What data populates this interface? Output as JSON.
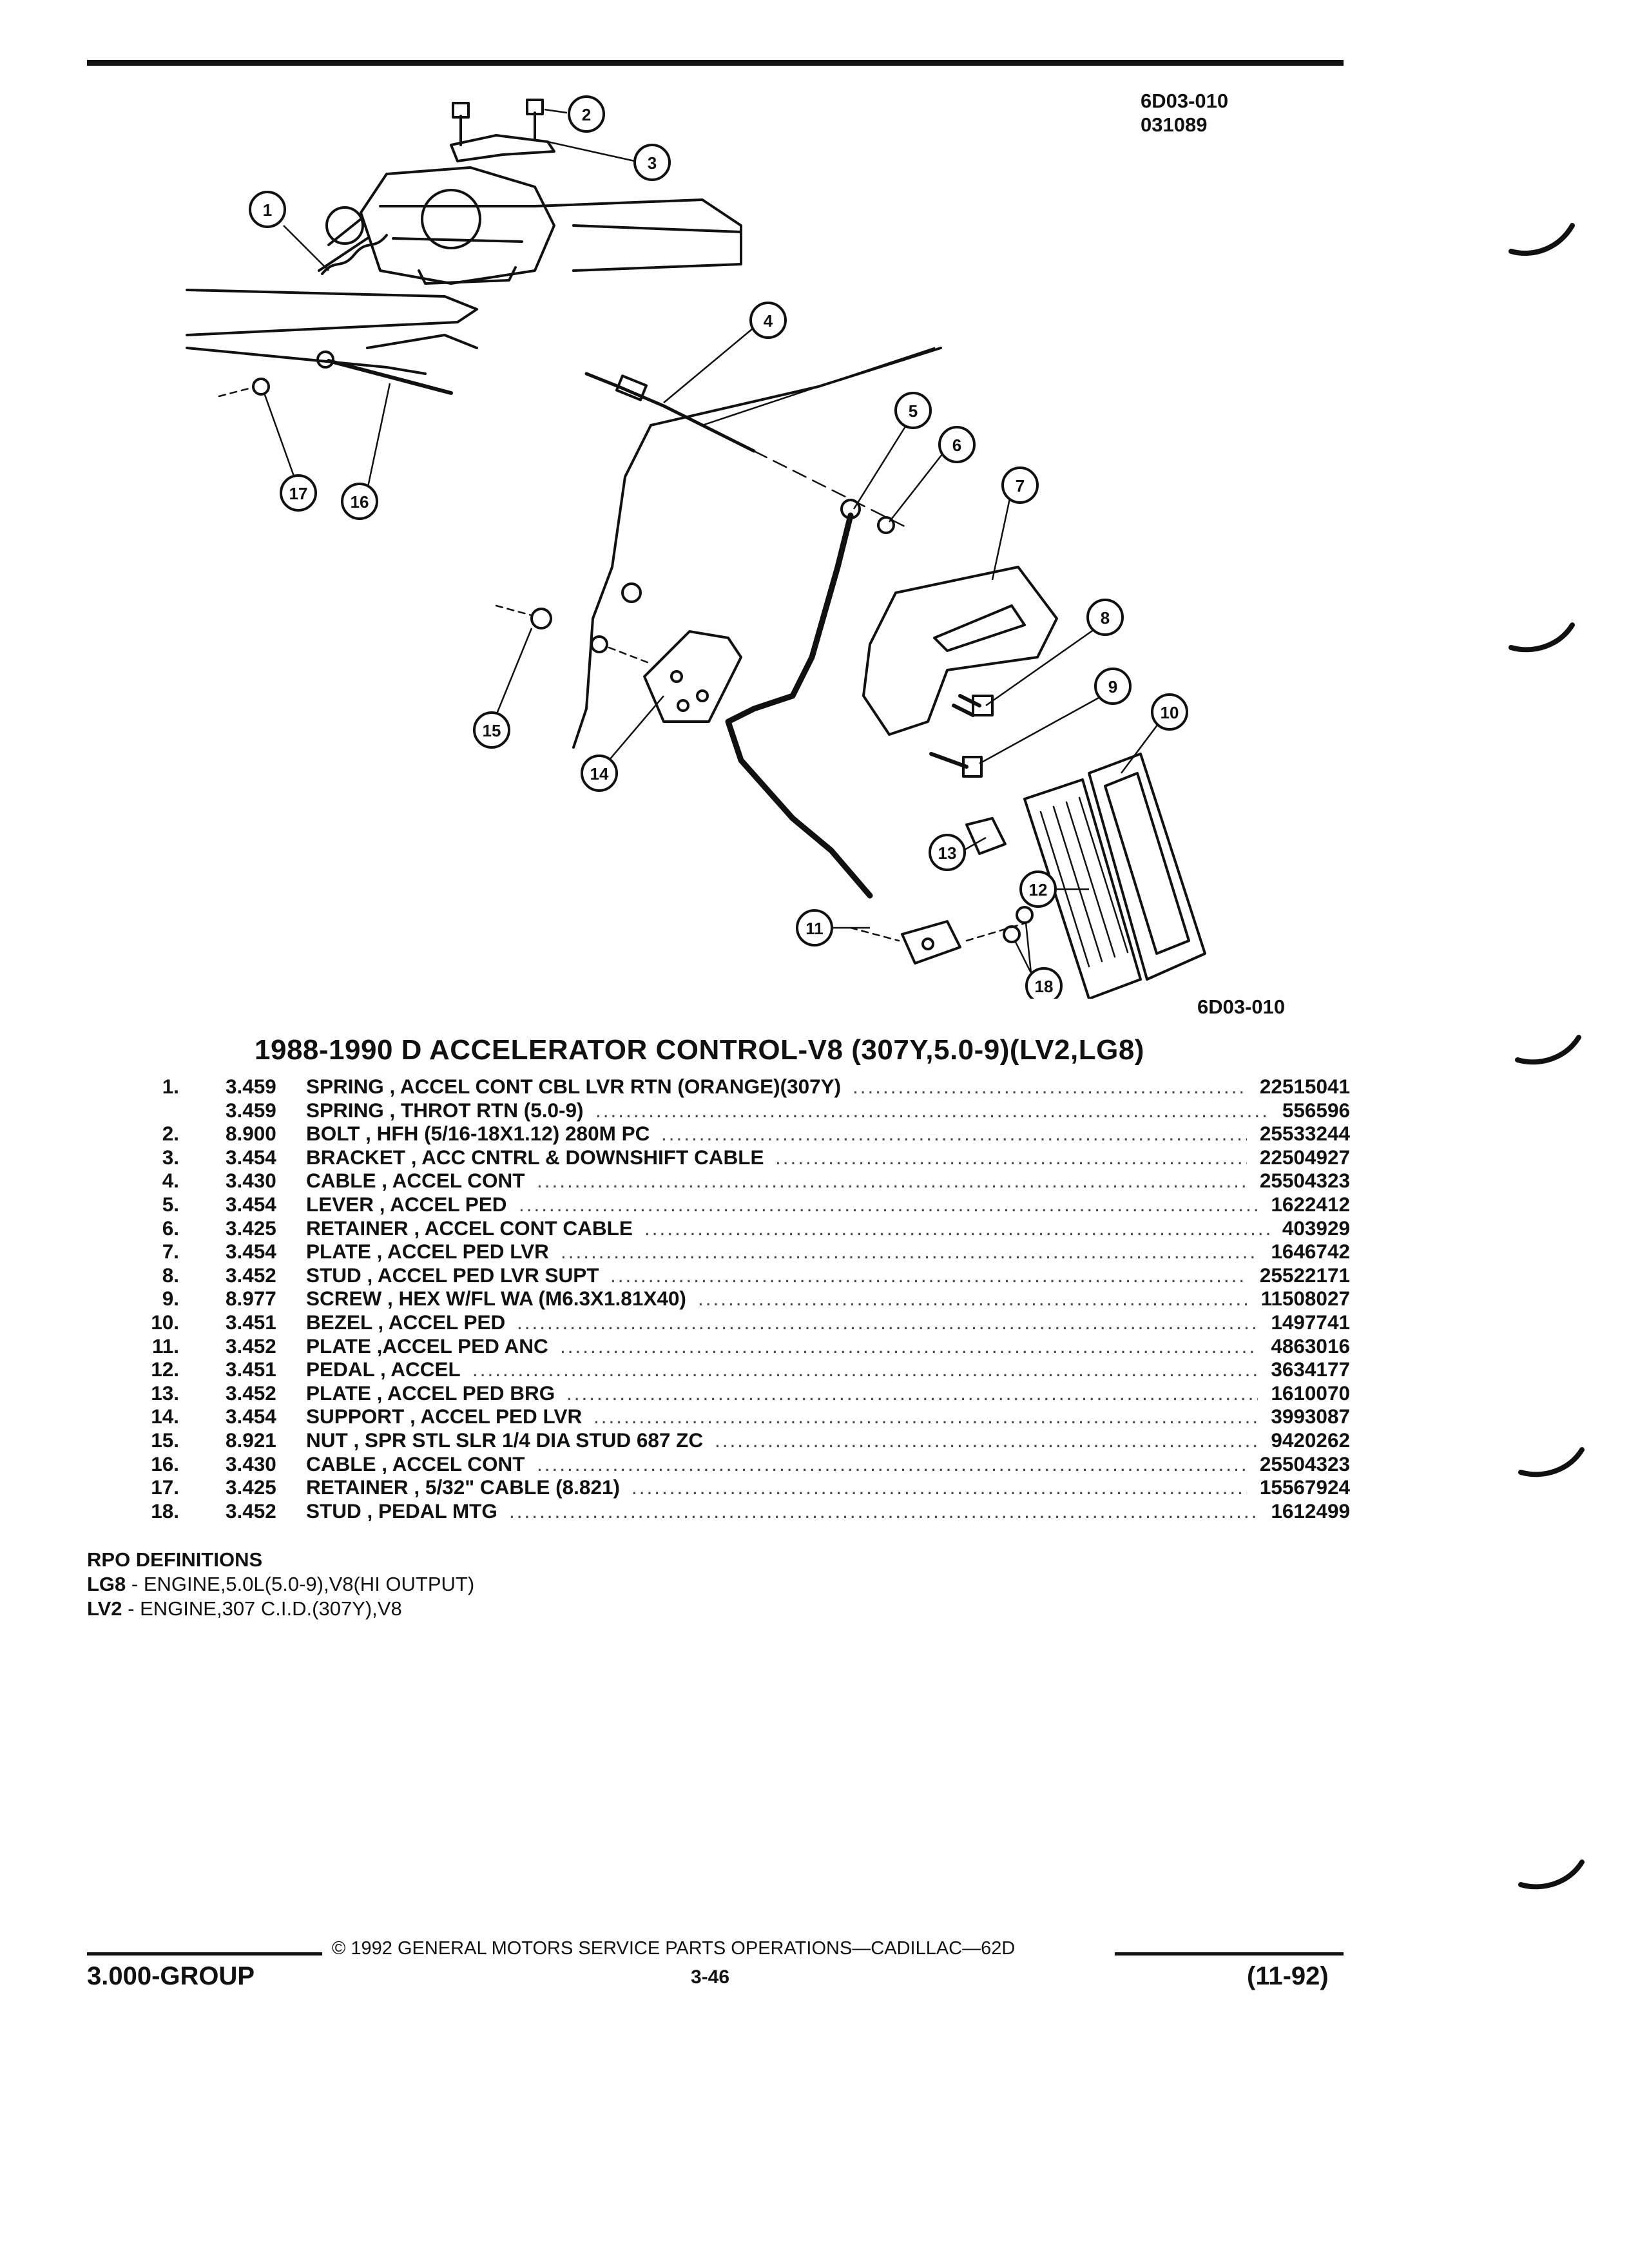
{
  "header": {
    "code": "6D03-010",
    "date_code": "031089"
  },
  "diagram": {
    "callouts": [
      "1",
      "2",
      "3",
      "4",
      "5",
      "6",
      "7",
      "8",
      "9",
      "10",
      "11",
      "12",
      "13",
      "14",
      "15",
      "16",
      "17",
      "18"
    ],
    "figure_code": "6D03-010"
  },
  "title": "1988-1990 D ACCELERATOR CONTROL-V8 (307Y,5.0-9)(LV2,LG8)",
  "parts": [
    {
      "num": "1.",
      "group": "3.459",
      "desc": "SPRING , ACCEL CONT CBL LVR RTN (ORANGE)(307Y)",
      "part": "22515041"
    },
    {
      "num": "",
      "group": "3.459",
      "desc": "SPRING , THROT RTN (5.0-9)",
      "part": "556596"
    },
    {
      "num": "2.",
      "group": "8.900",
      "desc": "BOLT , HFH (5/16-18X1.12) 280M PC",
      "part": "25533244"
    },
    {
      "num": "3.",
      "group": "3.454",
      "desc": "BRACKET , ACC CNTRL & DOWNSHIFT CABLE",
      "part": "22504927"
    },
    {
      "num": "4.",
      "group": "3.430",
      "desc": "CABLE , ACCEL CONT",
      "part": "25504323"
    },
    {
      "num": "5.",
      "group": "3.454",
      "desc": "LEVER , ACCEL PED",
      "part": "1622412"
    },
    {
      "num": "6.",
      "group": "3.425",
      "desc": "RETAINER , ACCEL CONT CABLE",
      "part": "403929"
    },
    {
      "num": "7.",
      "group": "3.454",
      "desc": "PLATE , ACCEL PED LVR",
      "part": "1646742"
    },
    {
      "num": "8.",
      "group": "3.452",
      "desc": "STUD , ACCEL PED LVR SUPT",
      "part": "25522171"
    },
    {
      "num": "9.",
      "group": "8.977",
      "desc": "SCREW , HEX W/FL WA (M6.3X1.81X40)",
      "part": "11508027"
    },
    {
      "num": "10.",
      "group": "3.451",
      "desc": "BEZEL , ACCEL PED",
      "part": "1497741"
    },
    {
      "num": "11.",
      "group": "3.452",
      "desc": "PLATE ,ACCEL PED ANC",
      "part": "4863016"
    },
    {
      "num": "12.",
      "group": "3.451",
      "desc": "PEDAL , ACCEL",
      "part": "3634177"
    },
    {
      "num": "13.",
      "group": "3.452",
      "desc": "PLATE , ACCEL PED BRG",
      "part": "1610070"
    },
    {
      "num": "14.",
      "group": "3.454",
      "desc": "SUPPORT , ACCEL PED LVR",
      "part": "3993087"
    },
    {
      "num": "15.",
      "group": "8.921",
      "desc": "NUT , SPR STL SLR 1/4 DIA STUD 687 ZC",
      "part": "9420262"
    },
    {
      "num": "16.",
      "group": "3.430",
      "desc": "CABLE , ACCEL CONT",
      "part": "25504323"
    },
    {
      "num": "17.",
      "group": "3.425",
      "desc": "RETAINER , 5/32\" CABLE (8.821)",
      "part": "15567924"
    },
    {
      "num": "18.",
      "group": "3.452",
      "desc": "STUD , PEDAL MTG",
      "part": "1612499"
    }
  ],
  "rpo": {
    "heading": "RPO DEFINITIONS",
    "items": [
      {
        "code": "LG8",
        "text": " - ENGINE,5.0L(5.0-9),V8(HI OUTPUT)"
      },
      {
        "code": "LV2",
        "text": " - ENGINE,307 C.I.D.(307Y),V8"
      }
    ]
  },
  "footer": {
    "copyright": "©  1992  GENERAL MOTORS SERVICE PARTS OPERATIONS—CADILLAC—62D",
    "group": "3.000-GROUP",
    "page": "3-46",
    "date": "(11-92)"
  }
}
